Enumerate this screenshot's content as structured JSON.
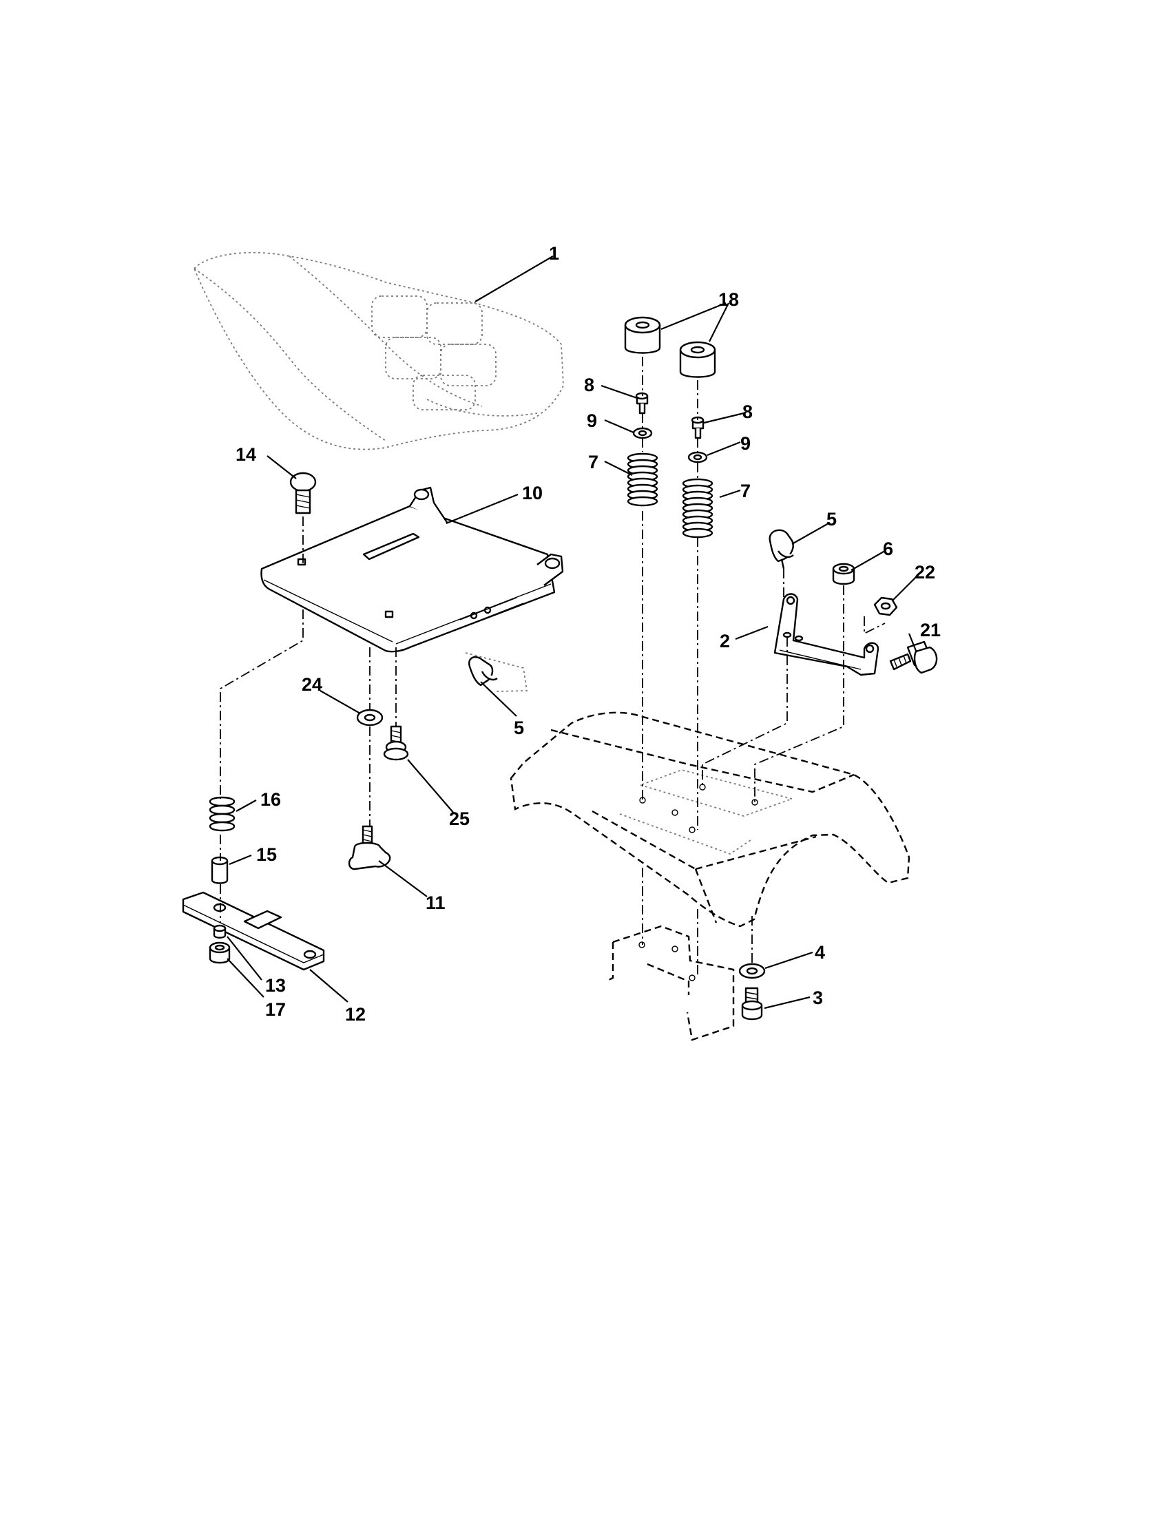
{
  "diagram": {
    "callouts": {
      "c1": "1",
      "c2": "2",
      "c3": "3",
      "c4": "4",
      "c5a": "5",
      "c5b": "5",
      "c6": "6",
      "c7a": "7",
      "c7b": "7",
      "c8a": "8",
      "c8b": "8",
      "c9a": "9",
      "c9b": "9",
      "c10": "10",
      "c11": "11",
      "c12": "12",
      "c13": "13",
      "c14": "14",
      "c15": "15",
      "c16": "16",
      "c17": "17",
      "c18": "18",
      "c21": "21",
      "c22": "22",
      "c24": "24",
      "c25": "25"
    }
  }
}
